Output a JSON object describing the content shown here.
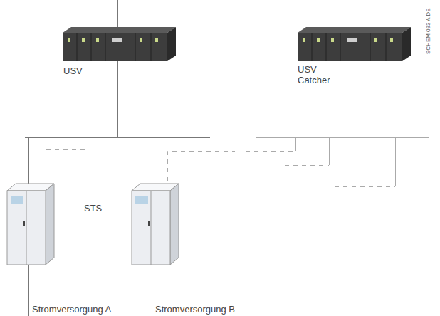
{
  "diagram": {
    "nodes": [
      {
        "text": [
          "USV"
        ]
      },
      {
        "text": [
          "USV Catcher"
        ]
      }
    ],
    "labels": [
      "STS",
      "Stromversorgung A",
      "Stromversorgung B",
      "SCHEM 093 A DE"
    ]
  }
}
